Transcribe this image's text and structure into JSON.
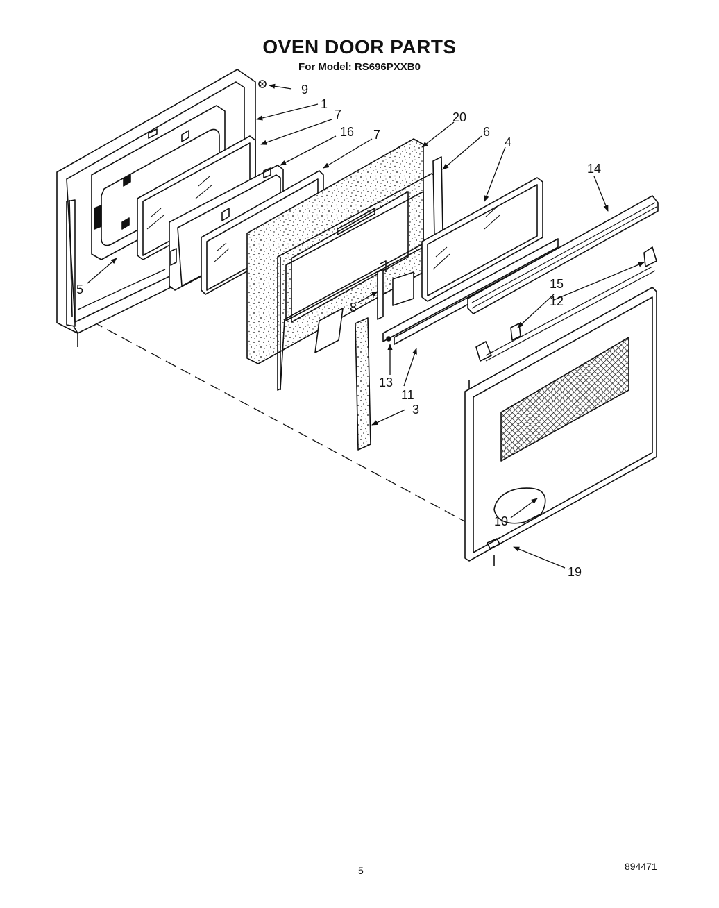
{
  "header": {
    "title": "OVEN DOOR PARTS",
    "model_prefix": "For Model:",
    "model": "RS696PXXB0"
  },
  "callouts": {
    "p1": "1",
    "p3": "3",
    "p4": "4",
    "p5": "5",
    "p6": "6",
    "p7a": "7",
    "p7b": "7",
    "p8": "8",
    "p9": "9",
    "p10": "10",
    "p11": "11",
    "p12": "12",
    "p13": "13",
    "p14": "14",
    "p15": "15",
    "p16": "16",
    "p19": "19",
    "p20": "20"
  },
  "footer": {
    "page_number": "5",
    "doc_number": "894471"
  }
}
